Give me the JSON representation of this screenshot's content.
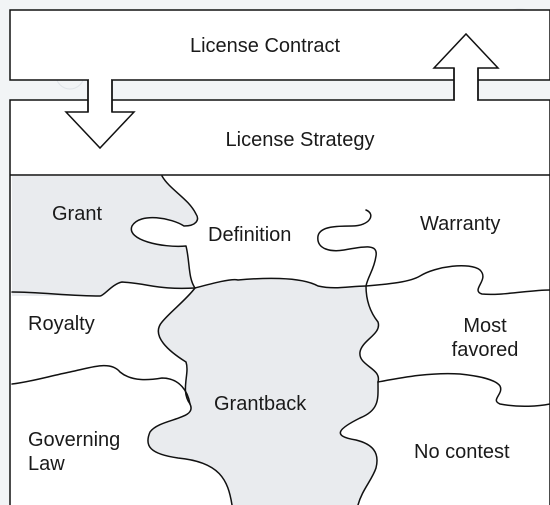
{
  "header": {
    "contract_label": "License Contract",
    "strategy_label": "License Strategy"
  },
  "pieces": {
    "grant": "Grant",
    "definition": "Definition",
    "warranty": "Warranty",
    "royalty": "Royalty",
    "most_favored": [
      "Most",
      "favored"
    ],
    "grantback": "Grantback",
    "governing_law": [
      "Governing",
      "Law"
    ],
    "no_contest": "No contest"
  },
  "colors": {
    "background": "#f2f4f6",
    "box_fill": "#ffffff",
    "stroke": "#111111",
    "shaded_piece": "#e9ebee"
  },
  "arrows": {
    "down_arrow": "contract-to-strategy",
    "up_arrow": "strategy-to-contract"
  }
}
